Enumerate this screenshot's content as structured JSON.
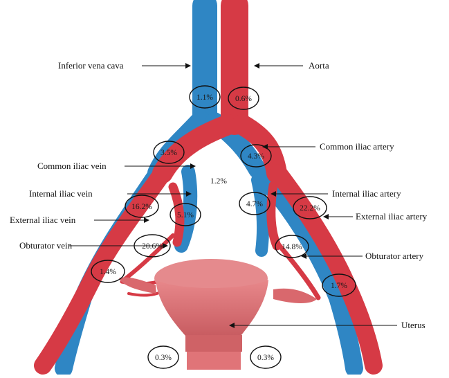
{
  "labels": {
    "ivc": "Inferior vena cava",
    "aorta": "Aorta",
    "common_iliac_artery": "Common iliac artery",
    "common_iliac_vein": "Common iliac vein",
    "internal_iliac_vein": "Internal iliac vein",
    "internal_iliac_artery": "Internal iliac artery",
    "external_iliac_vein": "External iliac vein",
    "external_iliac_artery": "External iliac artery",
    "obturator_vein": "Obturator vein",
    "obturator_artery": "Obturator artery",
    "uterus": "Uterus"
  },
  "percentages": {
    "ivc": "1.1%",
    "aorta": "0.6%",
    "left_common_iliac": "3.5%",
    "right_common_iliac": "4.3%",
    "bifurcation": "1.2%",
    "left_external": "16.2%",
    "left_internal_vein": "5.1%",
    "left_obturator": "20.6%",
    "left_lower": "1.4%",
    "right_internal_artery": "4.7%",
    "right_external": "22.2%",
    "right_obturator": "14.8%",
    "right_lower": "1.7%",
    "uterus_left": "0.3%",
    "uterus_right": "0.3%"
  },
  "colors": {
    "vein": "#2f86c4",
    "artery": "#d63a45",
    "uterus": "#e07478"
  }
}
